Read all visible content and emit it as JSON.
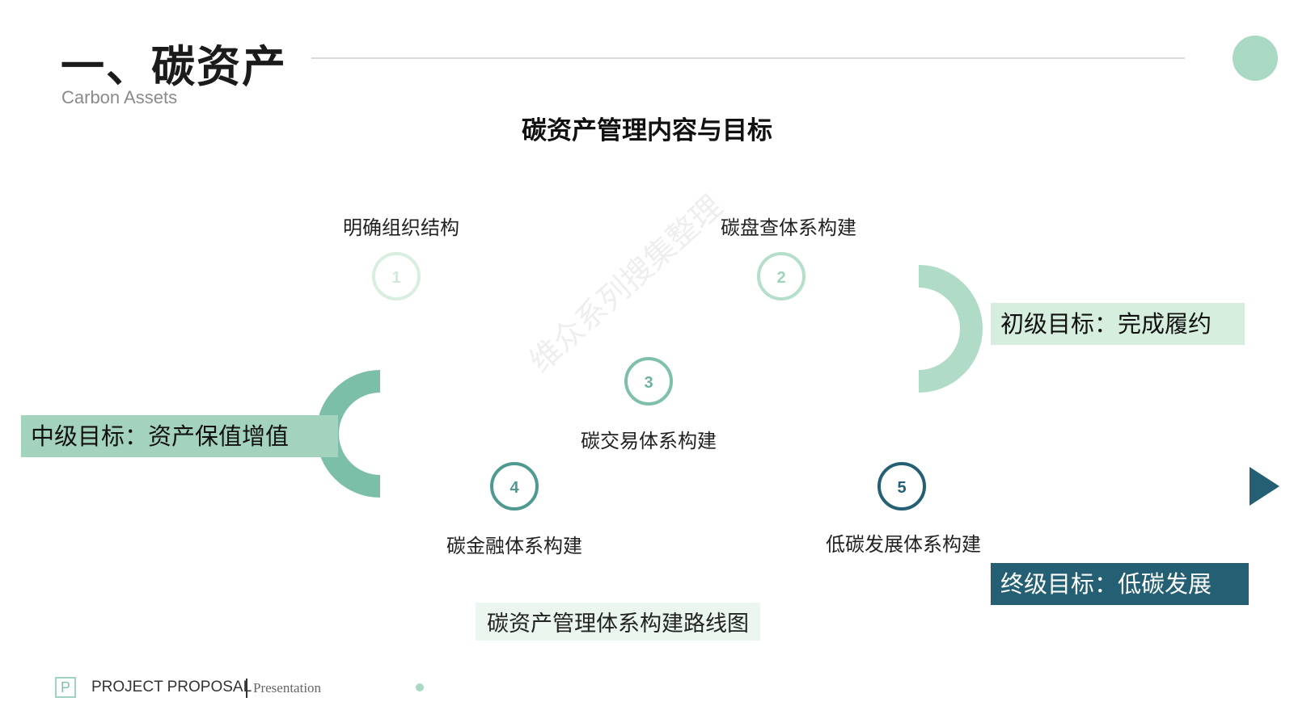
{
  "header": {
    "title": "一、碳资产",
    "subtitle": "Carbon Assets"
  },
  "main_heading": "碳资产管理内容与目标",
  "steps": [
    {
      "number": "1",
      "label": "明确组织结构",
      "color": "#d8eedf"
    },
    {
      "number": "2",
      "label": "碳盘查体系构建",
      "color": "#b5dfca"
    },
    {
      "number": "3",
      "label": "碳交易体系构建",
      "color": "#7fc0a9"
    },
    {
      "number": "4",
      "label": "碳金融体系构建",
      "color": "#4e9a91"
    },
    {
      "number": "5",
      "label": "低碳发展体系构建",
      "color": "#245f73"
    }
  ],
  "goals": {
    "primary": "初级目标：完成履约",
    "mid": "中级目标：资产保值增值",
    "final": "终级目标：低碳发展"
  },
  "roadmap_caption": "碳资产管理体系构建路线图",
  "watermark": "维众系列搜集整理",
  "footer": {
    "logo_letter": "P",
    "project": "PROJECT PROPOSAL",
    "presentation": "Presentation"
  },
  "colors": {
    "accent": "#a9d8c3",
    "dark": "#245f73"
  }
}
